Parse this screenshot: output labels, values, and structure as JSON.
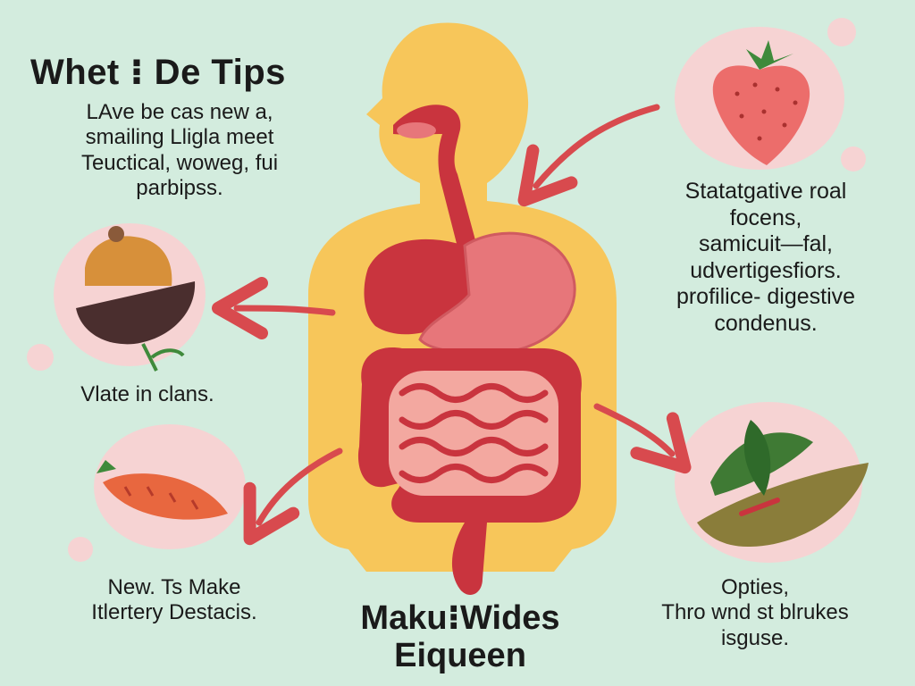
{
  "title": "Whet ⁝ De Tips",
  "top_left_text": [
    "LAve be cas new a,",
    "smailing Lligla meet",
    "Teuctical, woweg, fui",
    "parbipss."
  ],
  "top_right_text": [
    "Statatgative roal",
    "focens,",
    "samicuit—fal,",
    "udvertigesfiors.",
    "profilice- digestive",
    "condenus."
  ],
  "mid_left_text": [
    "Vlate in clans."
  ],
  "bottom_left_text": [
    "New. Ts Make",
    "Itlertery Destacis."
  ],
  "bottom_right_text": [
    "Opties,",
    "Thro wnd st blrukes",
    "isguse."
  ],
  "bottom_center_text": [
    "Maku⁝Wides",
    "Eiqueen"
  ],
  "colors": {
    "background": "#d3ecde",
    "body_silhouette": "#f7c65a",
    "organ_red": "#c9343e",
    "organ_pink": "#e7767a",
    "arrow": "#d84a4e",
    "food_circle": "#f6d3d3"
  }
}
